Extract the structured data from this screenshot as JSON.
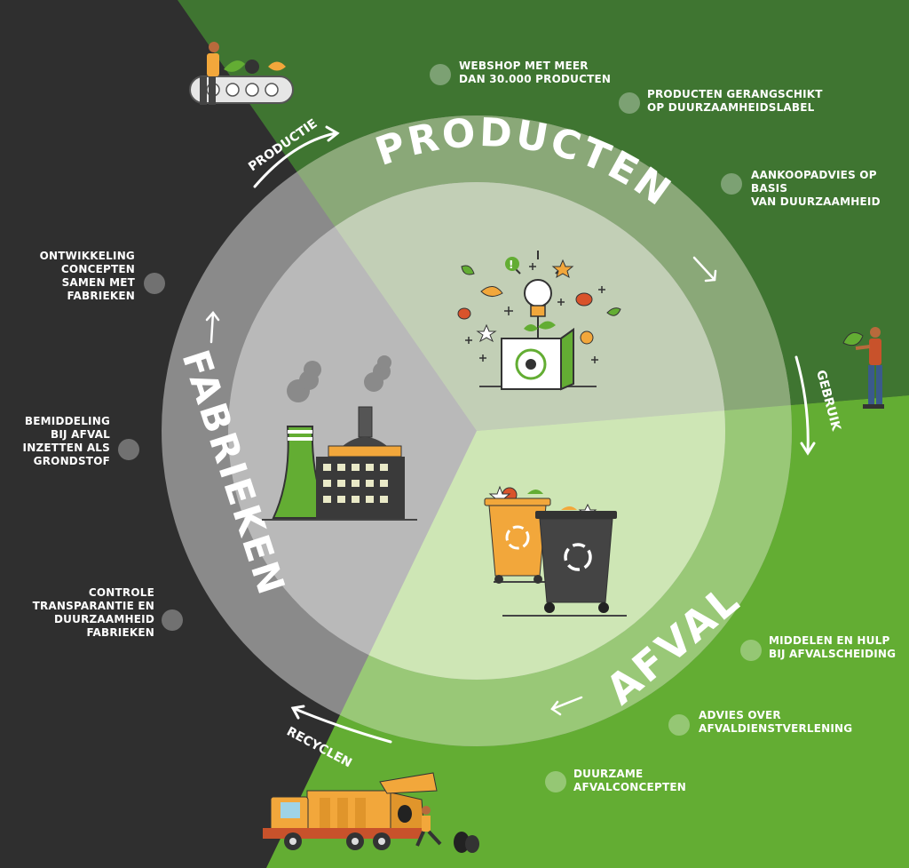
{
  "sections": {
    "producten": {
      "title": "PRODUCTEN"
    },
    "afval": {
      "title": "AFVAL"
    },
    "fabrieken": {
      "title": "FABRIEKEN"
    }
  },
  "flows": {
    "productie": "PRODUCTIE",
    "gebruik": "GEBRUIK",
    "recyclen": "RECYCLEN"
  },
  "bullets": {
    "producten": [
      {
        "lines": [
          "WEBSHOP MET MEER",
          "DAN 30.000 PRODUCTEN"
        ]
      },
      {
        "lines": [
          "PRODUCTEN GERANGSCHIKT",
          "OP DUURZAAMHEIDSLABEL"
        ]
      },
      {
        "lines": [
          "AANKOOPADVIES OP BASIS",
          "VAN DUURZAAMHEID"
        ]
      }
    ],
    "afval": [
      {
        "lines": [
          "MIDDELEN EN HULP",
          "BIJ AFVALSCHEIDING"
        ]
      },
      {
        "lines": [
          "ADVIES OVER",
          "AFVALDIENSTVERLENING"
        ]
      },
      {
        "lines": [
          "DUURZAME",
          "AFVALCONCEPTEN"
        ]
      }
    ],
    "fabrieken": [
      {
        "lines": [
          "ONTWIKKELING",
          "CONCEPTEN",
          "SAMEN MET",
          "FABRIEKEN"
        ]
      },
      {
        "lines": [
          "BEMIDDELING",
          "BIJ AFVAL",
          "INZETTEN ALS",
          "GRONDSTOF"
        ]
      },
      {
        "lines": [
          "CONTROLE",
          "TRANSPARANTIE EN",
          "DUURZAAMHEID",
          "FABRIEKEN"
        ]
      }
    ]
  },
  "colors": {
    "dark": "#2f2f2f",
    "green_dark": "#3f7531",
    "green_light": "#63ad33",
    "orange": "#f2a73b",
    "ring_grey": "#8c8c8c",
    "inner_grey": "#bdbdbd"
  },
  "icons": [
    "lightbulb-box-icon",
    "factory-icon",
    "recycle-bins-icon",
    "conveyor-worker-icon",
    "person-holding-leaf-icon",
    "garbage-truck-icon"
  ]
}
